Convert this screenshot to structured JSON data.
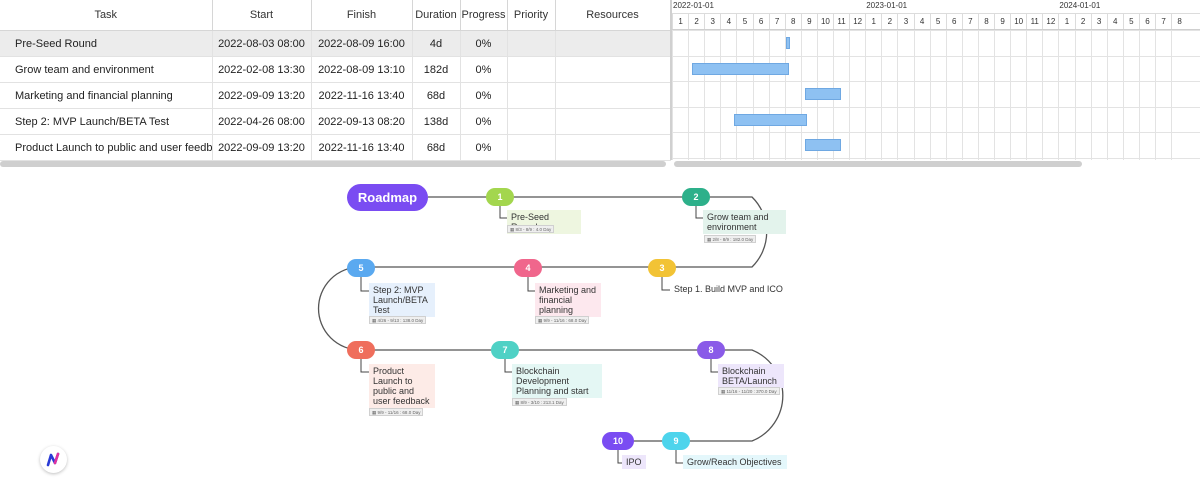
{
  "gantt": {
    "columns": [
      "Task",
      "Start",
      "Finish",
      "Duration",
      "Progress",
      "Priority",
      "Resources"
    ],
    "rows": [
      {
        "task": "Pre-Seed Round",
        "start": "2022-08-03 08:00",
        "finish": "2022-08-09 16:00",
        "duration": "4d",
        "progress": "0%",
        "priority": "",
        "resources": ""
      },
      {
        "task": "Grow team and environment",
        "start": "2022-02-08 13:30",
        "finish": "2022-08-09 13:10",
        "duration": "182d",
        "progress": "0%",
        "priority": "",
        "resources": ""
      },
      {
        "task": "Marketing and financial planning",
        "start": "2022-09-09 13:20",
        "finish": "2022-11-16 13:40",
        "duration": "68d",
        "progress": "0%",
        "priority": "",
        "resources": ""
      },
      {
        "task": "Step 2: MVP Launch/BETA Test",
        "start": "2022-04-26 08:00",
        "finish": "2022-09-13 08:20",
        "duration": "138d",
        "progress": "0%",
        "priority": "",
        "resources": ""
      },
      {
        "task": "Product Launch to public  and user feedback",
        "start": "2022-09-09 13:20",
        "finish": "2022-11-16 13:40",
        "duration": "68d",
        "progress": "0%",
        "priority": "",
        "resources": ""
      }
    ],
    "timeline": {
      "years": [
        "2022-01-01",
        "2023-01-01",
        "2024-01-01"
      ],
      "months": [
        "1",
        "2",
        "3",
        "4",
        "5",
        "6",
        "7",
        "8",
        "9",
        "10",
        "11",
        "12",
        "1",
        "2",
        "3",
        "4",
        "5",
        "6",
        "7",
        "8",
        "9",
        "10",
        "11",
        "12",
        "1",
        "2",
        "3",
        "4",
        "5",
        "6",
        "7",
        "8"
      ],
      "bar_color": "#8ec1f2"
    }
  },
  "roadmap": {
    "title": "Roadmap",
    "title_color": "#7a4cf2",
    "nodes": [
      {
        "num": "1",
        "label": "Pre-Seed Round",
        "meta": "8/3 - 8/9 : 4.0 Day",
        "color": "#a3d64e",
        "label_bg": "#eef6e0"
      },
      {
        "num": "2",
        "label": "Grow team and environment",
        "meta": "2/8 - 8/9 : 182.0 Day",
        "color": "#2db08a",
        "label_bg": "#e3f3ec"
      },
      {
        "num": "3",
        "label": "Step 1. Build MVP and ICO",
        "meta": "",
        "color": "#f2c335",
        "label_bg": "#ffffff"
      },
      {
        "num": "4",
        "label": "Marketing and financial planning",
        "meta": "9/9 - 11/16 : 68.0 Day",
        "color": "#f0668c",
        "label_bg": "#fde8ee"
      },
      {
        "num": "5",
        "label": "Step 2: MVP Launch/BETA Test",
        "meta": "4/26 - 9/13 : 138.0 Day",
        "color": "#5aa9f0",
        "label_bg": "#e6f0fc"
      },
      {
        "num": "6",
        "label": "Product Launch to public  and user feedback",
        "meta": "9/9 - 11/16 : 68.0 Day",
        "color": "#ef6e5c",
        "label_bg": "#fdebe7"
      },
      {
        "num": "7",
        "label": "Blockchain Development Planning and start",
        "meta": "8/9 - 3/10 : 213.1 Day",
        "color": "#4fd1c5",
        "label_bg": "#e4f7f4"
      },
      {
        "num": "8",
        "label": "Blockchain BETA/Launch",
        "meta": "11/16 - 11/20 : 370.0 Day",
        "color": "#8a5be8",
        "label_bg": "#ede6fb"
      },
      {
        "num": "9",
        "label": "Grow/Reach Objectives",
        "meta": "",
        "color": "#4dd4ec",
        "label_bg": "#e4f7fb"
      },
      {
        "num": "10",
        "label": "IPO",
        "meta": "",
        "color": "#7a4cf2",
        "label_bg": "#ede6fb"
      }
    ]
  }
}
